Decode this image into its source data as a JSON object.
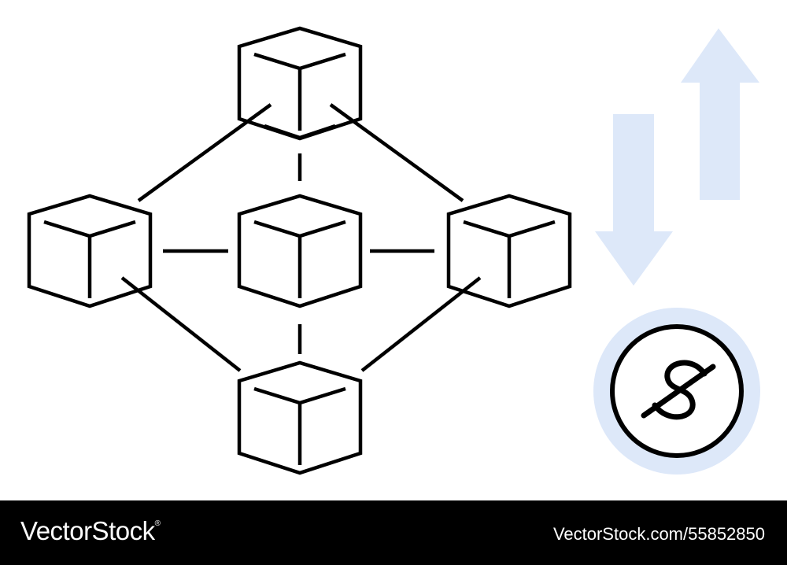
{
  "colors": {
    "line": "#000000",
    "accent": "#dde8f9",
    "background": "#ffffff",
    "footer": "#000000",
    "footer_text": "#ffffff"
  },
  "icons": {
    "network": "blockchain-network-icon",
    "arrows": "exchange-arrows-icon",
    "coin": "dollar-coin-icon"
  },
  "nodes": [
    "top",
    "left",
    "center",
    "right",
    "bottom"
  ],
  "footer": {
    "brand": "VectorStock",
    "registered_mark": "®",
    "image_id": "VectorStock.com/55852850"
  }
}
